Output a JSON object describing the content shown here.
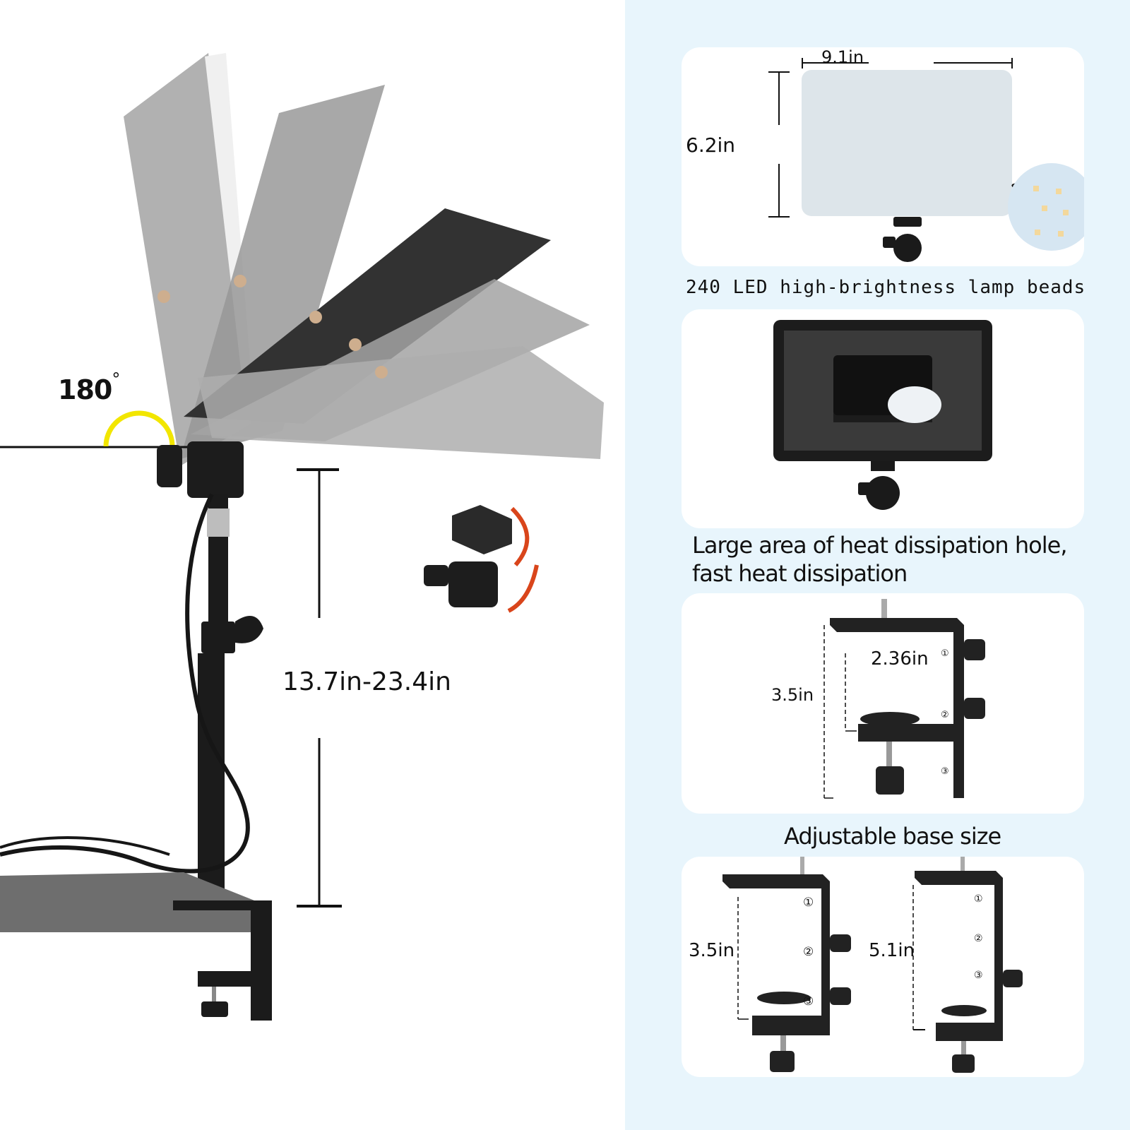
{
  "left_panel": {
    "rotation_label": "180",
    "rotation_unit": "°",
    "height_range_label": "13.7in-23.4in",
    "colors": {
      "arc": "#f2e600",
      "stand": "#1a1a1a",
      "desk": "#6e6e6e"
    }
  },
  "panel_card": {
    "width_label": "9.1in",
    "height_label": "6.2in",
    "caption": "240 LED high-brightness lamp beads"
  },
  "heat_card": {
    "caption_line1": "Large area of heat dissipation hole,",
    "caption_line2": "fast heat dissipation"
  },
  "clamp_card": {
    "outer_label": "3.5in",
    "inner_label": "2.36in",
    "positions": [
      "①",
      "②",
      "③"
    ],
    "caption": "Adjustable base size"
  },
  "base_card": {
    "left_label": "3.5in",
    "right_label": "5.1in",
    "positions": [
      "①",
      "②",
      "③"
    ]
  },
  "colors": {
    "right_background": "#e8f5fc",
    "card": "#ffffff",
    "text": "#111111"
  }
}
